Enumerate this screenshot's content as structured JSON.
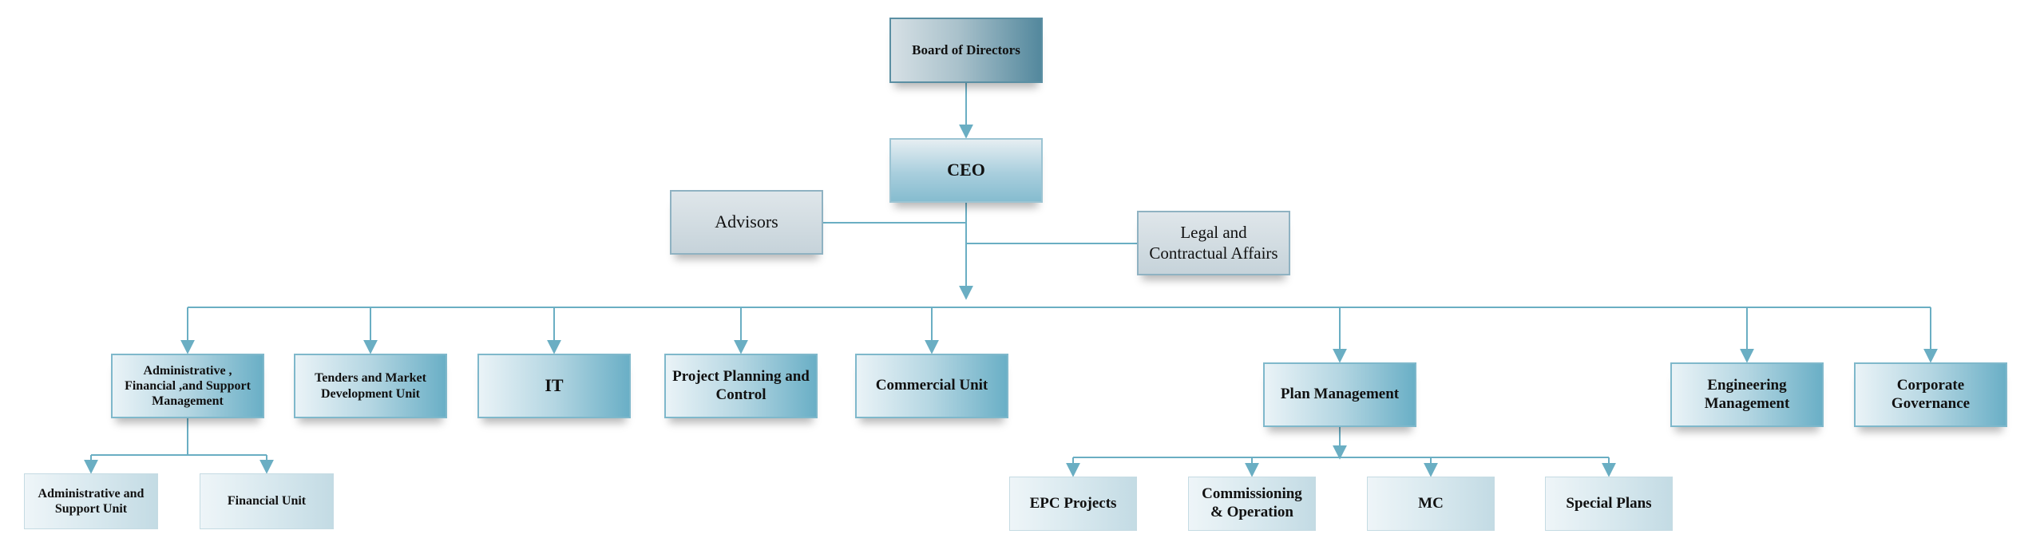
{
  "nodes": {
    "board": "Board of Directors",
    "ceo": "CEO",
    "advisors": "Advisors",
    "legal": "Legal and\nContractual Affairs",
    "admin_mgmt": "Administrative ,\nFinancial ,and Support\nManagement",
    "tenders": "Tenders and Market\nDevelopment Unit",
    "it": "IT",
    "ppc": "Project Planning and\nControl",
    "commercial": "Commercial Unit",
    "plan_mgmt": "Plan Management",
    "engineering": "Engineering\nManagement",
    "corporate": "Corporate\nGovernance",
    "admin_unit": "Administrative and\nSupport Unit",
    "financial_unit": "Financial Unit",
    "epc": "EPC Projects",
    "commissioning": "Commissioning\n& Operation",
    "mc": "MC",
    "special": "Special Plans"
  },
  "colors": {
    "connector": "#6aaec3",
    "node_dark": "#53889d",
    "node_mid": "#6aafc6",
    "node_light": "#d9e9ef"
  }
}
